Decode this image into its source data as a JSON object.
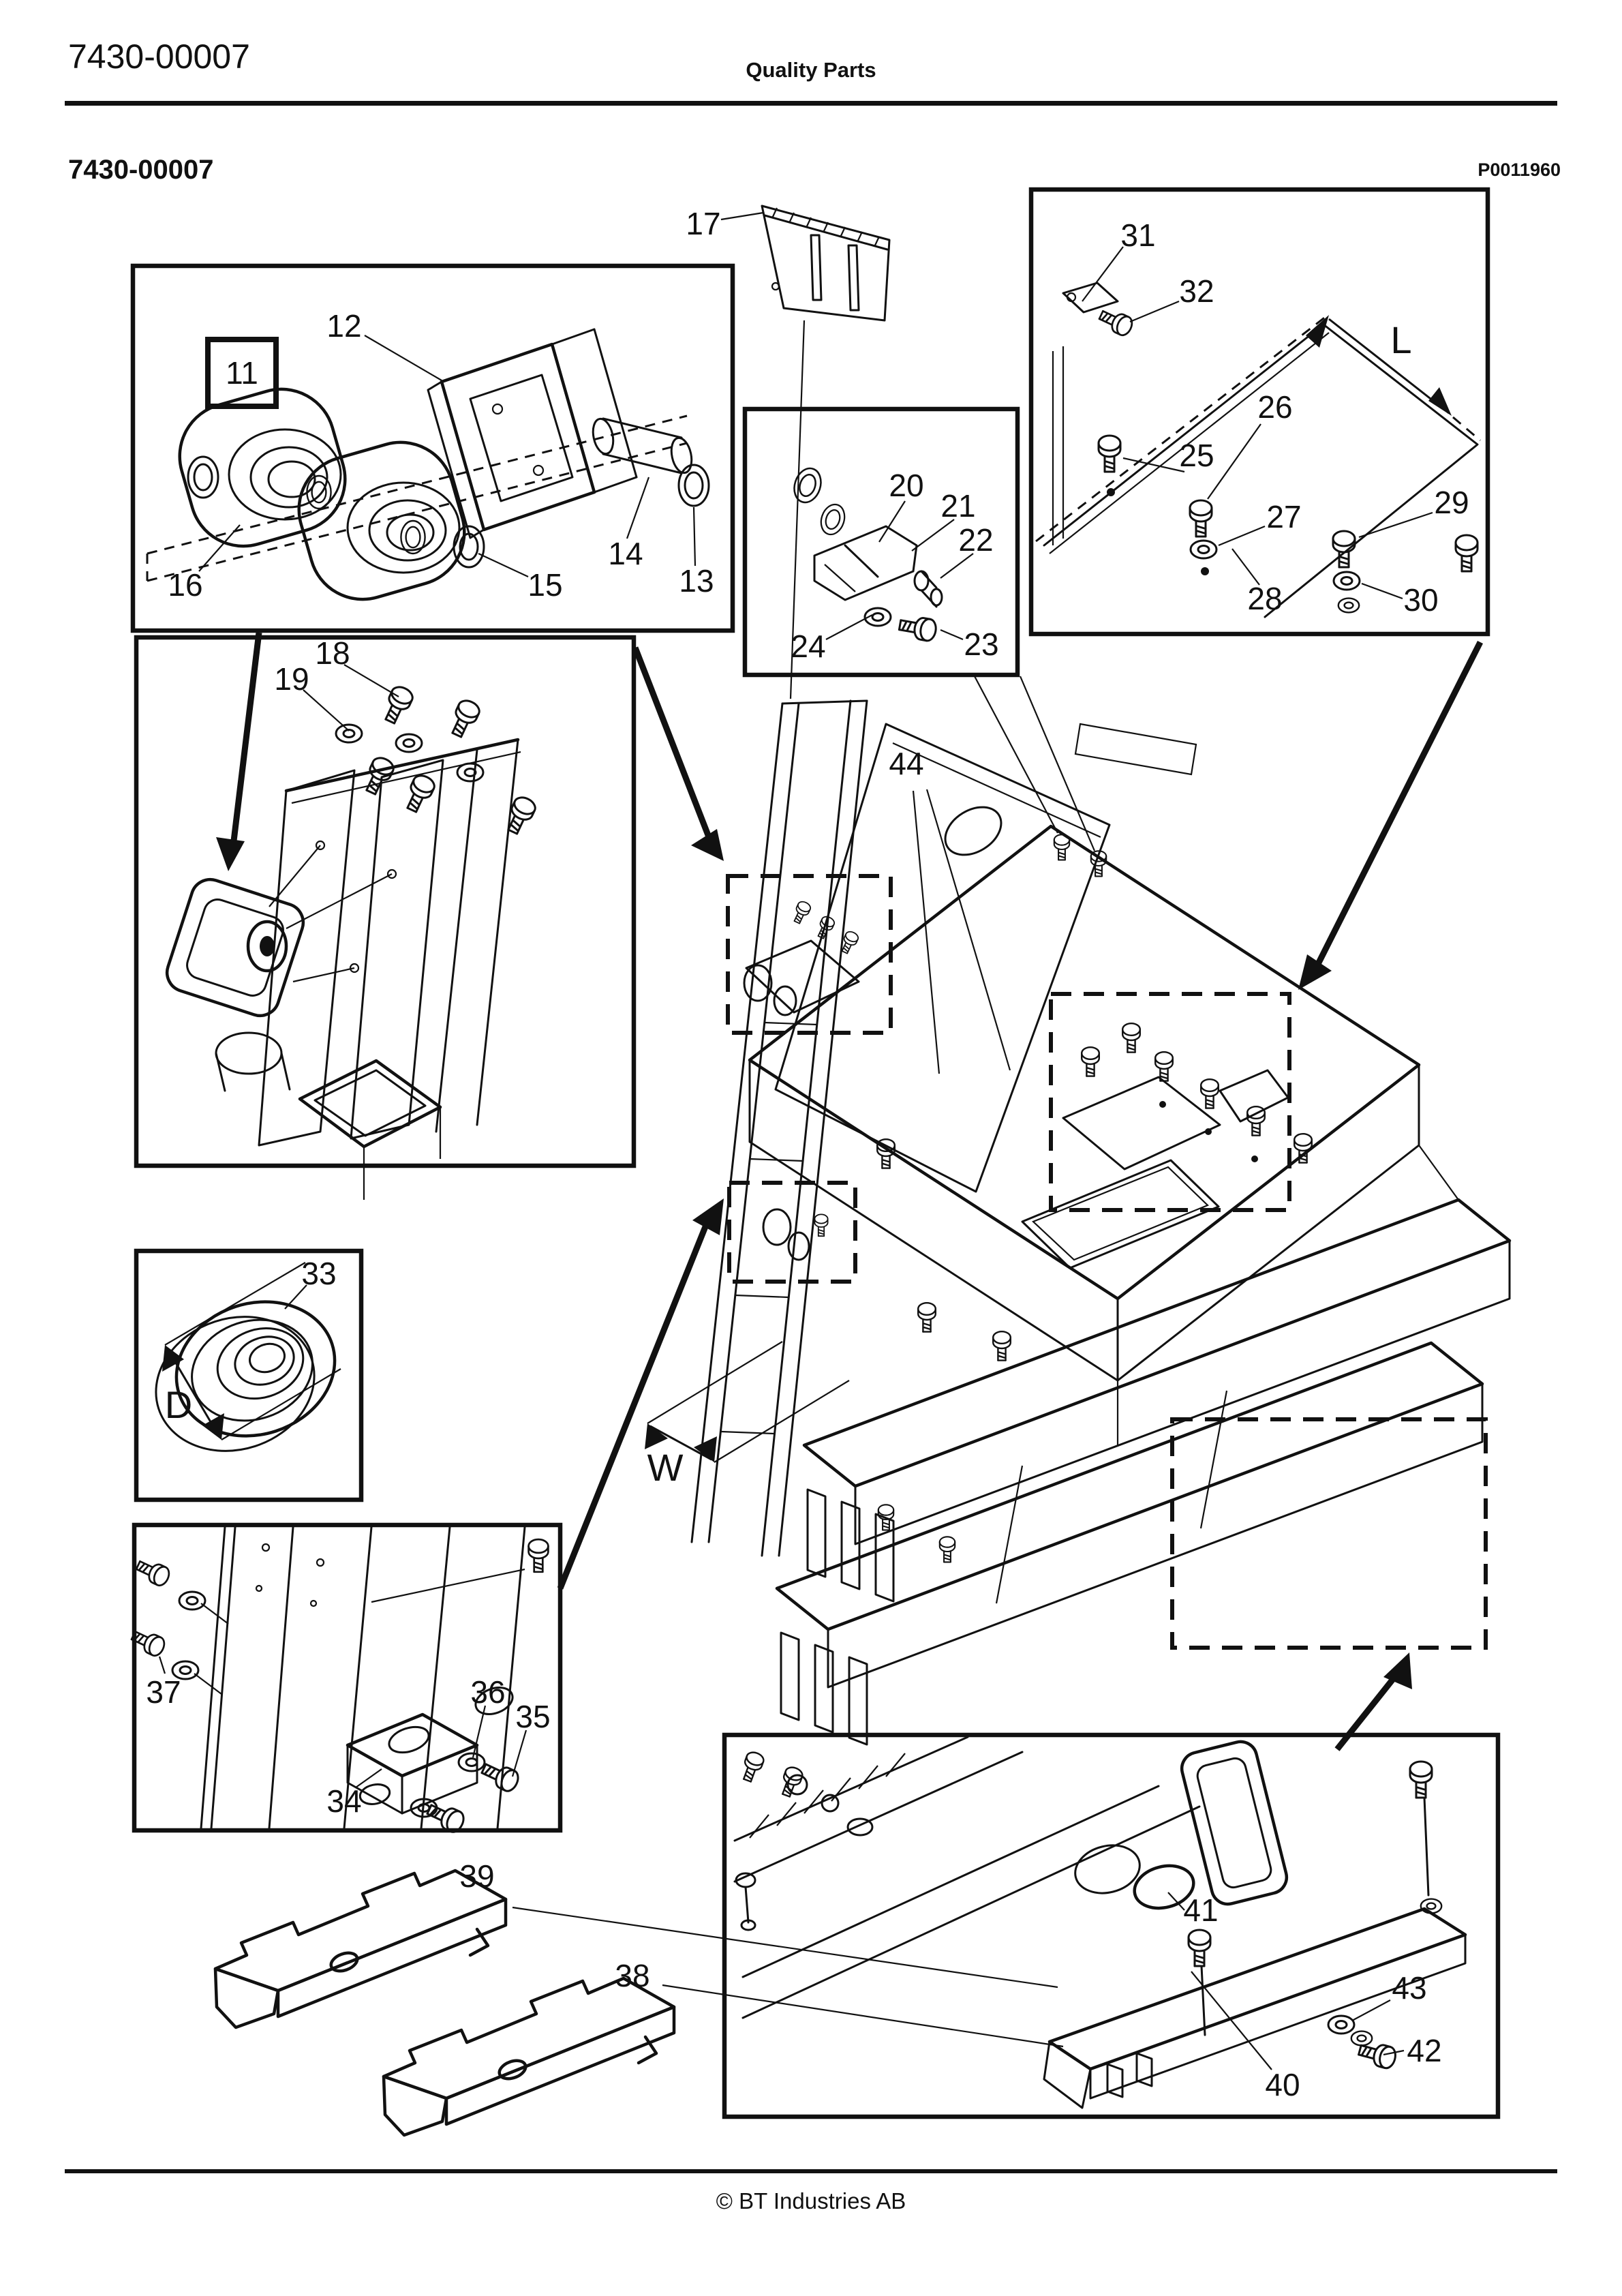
{
  "header": {
    "doc_number": "7430-00007",
    "title": "Quality Parts",
    "page_code": "7430-00007",
    "drawing_ref": "P0011960"
  },
  "footer": {
    "copyright": "© BT Industries AB"
  },
  "diagram": {
    "callouts": {
      "c11": "11",
      "c12": "12",
      "c13": "13",
      "c14": "14",
      "c15": "15",
      "c16": "16",
      "c17": "17",
      "c18": "18",
      "c19": "19",
      "c20": "20",
      "c21": "21",
      "c22": "22",
      "c23": "23",
      "c24": "24",
      "c25": "25",
      "c26": "26",
      "c27": "27",
      "c28": "28",
      "c29": "29",
      "c30": "30",
      "c31": "31",
      "c32": "32",
      "c33": "33",
      "c34": "34",
      "c35": "35",
      "c36": "36",
      "c37": "37",
      "c38": "38",
      "c39": "39",
      "c40": "40",
      "c41": "41",
      "c42": "42",
      "c43": "43",
      "c44": "44"
    },
    "dimensions": {
      "length": "L",
      "width": "W",
      "diameter": "D"
    }
  }
}
